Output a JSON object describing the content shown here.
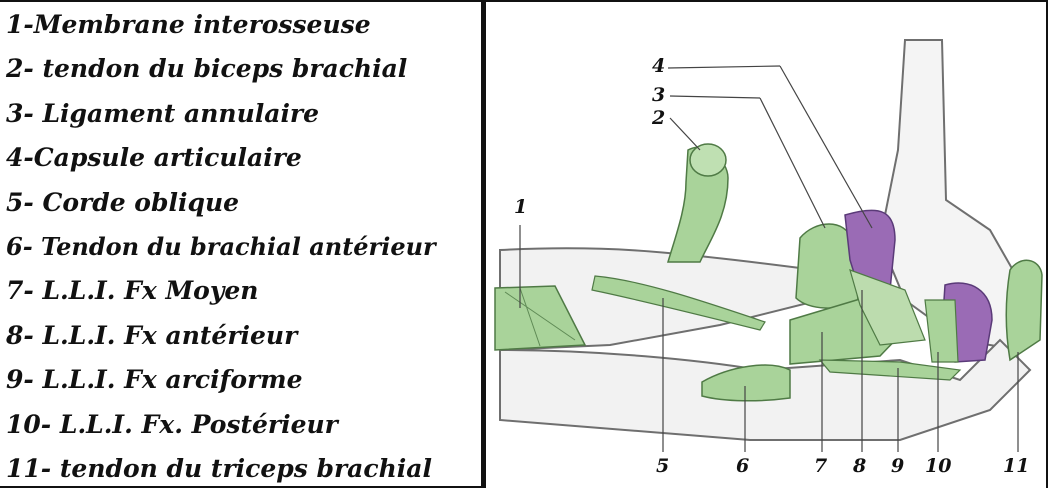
{
  "legend": {
    "items": [
      "1-Membrane interosseuse",
      "2- tendon du biceps brachial",
      "3- Ligament annulaire",
      "4-Capsule articulaire",
      "5- Corde oblique",
      "6- Tendon du brachial antérieur",
      "7- L.L.I. Fx Moyen",
      "8- L.L.I. Fx antérieur",
      "9- L.L.I. Fx arciforme",
      "10- L.L.I. Fx. Postérieur",
      "11- tendon du triceps brachial"
    ]
  },
  "figure": {
    "labels": [
      "1",
      "2",
      "3",
      "4",
      "5",
      "6",
      "7",
      "8",
      "9",
      "10",
      "11"
    ]
  },
  "colors": {
    "ligament_green": "#a9d39a",
    "capsule_purple": "#9a6bb5",
    "bone": "#f4f4f4",
    "outline": "#6f6f6f",
    "text": "#111111"
  }
}
